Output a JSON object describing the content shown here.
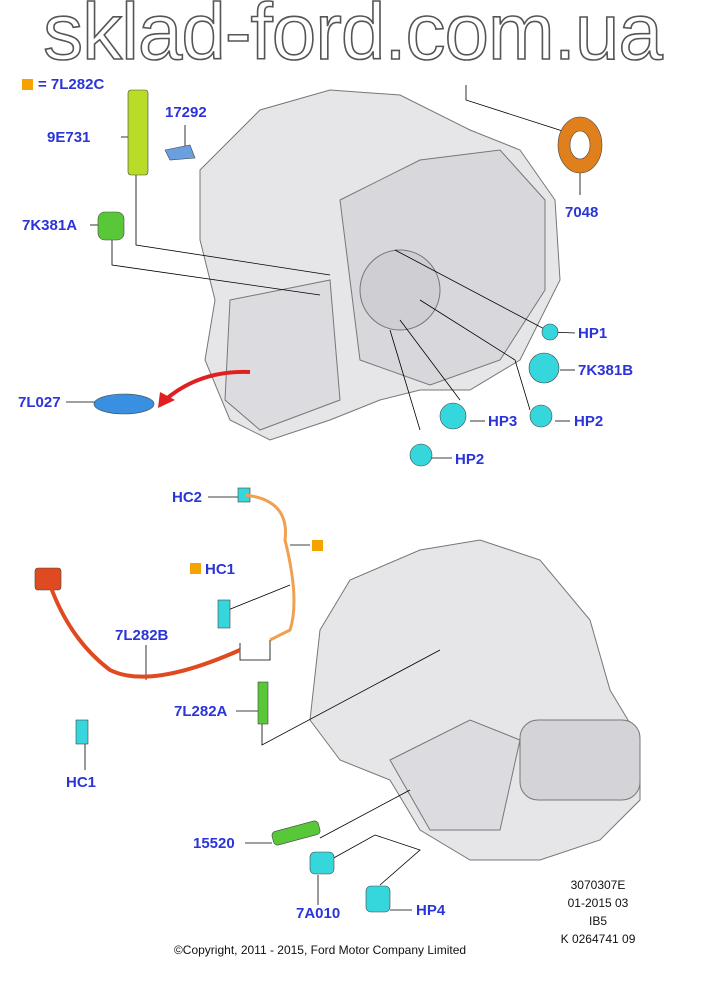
{
  "legend": {
    "symbol_color": "#f5a300",
    "text": "= 7L282C"
  },
  "labels": {
    "p17292": "17292",
    "p9E731": "9E731",
    "p7K381A": "7K381A",
    "p7048": "7048",
    "hp1": "HP1",
    "p7K381B": "7K381B",
    "hp3": "HP3",
    "hp2a": "HP2",
    "p7L027": "7L027",
    "hp2b": "HP2",
    "hc2": "HC2",
    "hc1a": "HC1",
    "p7L282B": "7L282B",
    "p7L282A": "7L282A",
    "hc1b": "HC1",
    "p15520": "15520",
    "p7A010": "7A010",
    "hp4": "HP4"
  },
  "watermark": "sklad-ford.com.ua",
  "reference": [
    "3070307E",
    "01-2015 03",
    "IB5",
    "K 0264741 09"
  ],
  "copyright": "©Copyright, 2011 - 2015, Ford Motor Company Limited",
  "colors": {
    "label": "#2b34d8",
    "cyan_part": "#35d6dc",
    "orange_cable": "#f0a050",
    "red_cable": "#e04a20"
  }
}
